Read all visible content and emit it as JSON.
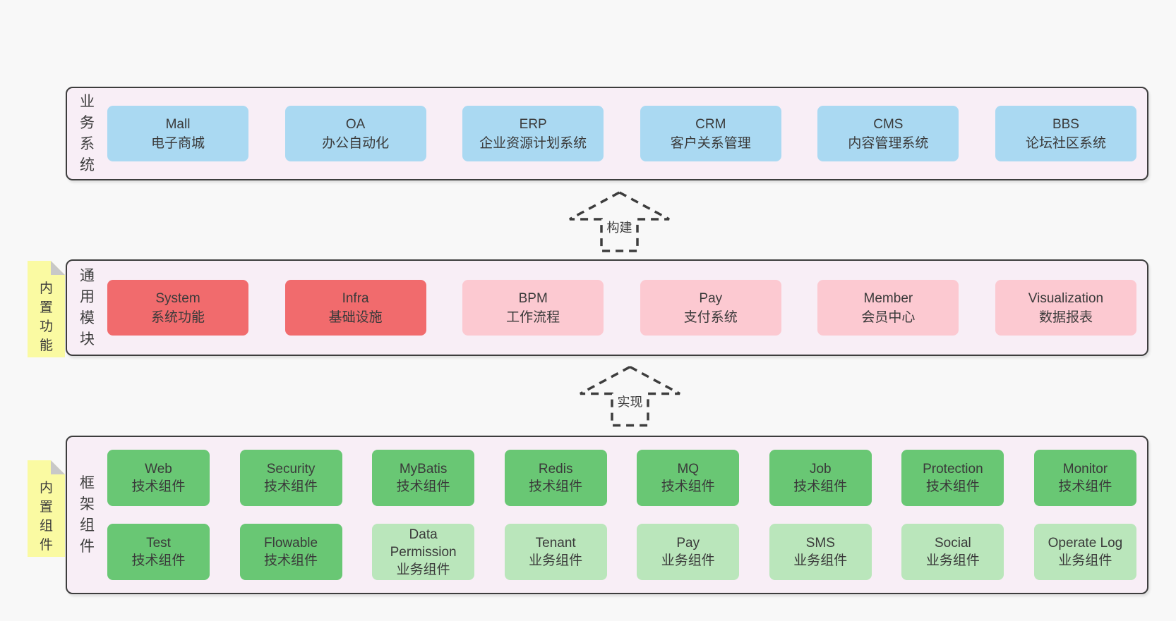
{
  "page": {
    "background": "#f8f8f8"
  },
  "colors": {
    "blue": "#aad9f2",
    "red": "#f16b6d",
    "pink": "#fcc9d1",
    "green": "#69c774",
    "lightgreen": "#bae6bb",
    "sticky_yellow": "#fafaa2",
    "container_fill": "#f8eef6",
    "border_dark": "#3d3d3d",
    "fold_gray": "#c8c8c8",
    "text": "#3a3a3a"
  },
  "layers": [
    {
      "label": "业务系统",
      "sticky": null,
      "rows": [
        [
          {
            "title": "Mall",
            "subtitle": "电子商城",
            "variant": "blue"
          },
          {
            "title": "OA",
            "subtitle": "办公自动化",
            "variant": "blue"
          },
          {
            "title": "ERP",
            "subtitle": "企业资源计划系统",
            "variant": "blue"
          },
          {
            "title": "CRM",
            "subtitle": "客户关系管理",
            "variant": "blue"
          },
          {
            "title": "CMS",
            "subtitle": "内容管理系统",
            "variant": "blue"
          },
          {
            "title": "BBS",
            "subtitle": "论坛社区系统",
            "variant": "blue"
          }
        ]
      ]
    },
    {
      "label": "通用模块",
      "sticky": "内置功能",
      "rows": [
        [
          {
            "title": "System",
            "subtitle": "系统功能",
            "variant": "red"
          },
          {
            "title": "Infra",
            "subtitle": "基础设施",
            "variant": "red"
          },
          {
            "title": "BPM",
            "subtitle": "工作流程",
            "variant": "pink"
          },
          {
            "title": "Pay",
            "subtitle": "支付系统",
            "variant": "pink"
          },
          {
            "title": "Member",
            "subtitle": "会员中心",
            "variant": "pink"
          },
          {
            "title": "Visualization",
            "subtitle": "数据报表",
            "variant": "pink"
          }
        ]
      ]
    },
    {
      "label": "框架组件",
      "sticky": "内置组件",
      "rows": [
        [
          {
            "title": "Web",
            "subtitle": "技术组件",
            "variant": "green"
          },
          {
            "title": "Security",
            "subtitle": "技术组件",
            "variant": "green"
          },
          {
            "title": "MyBatis",
            "subtitle": "技术组件",
            "variant": "green"
          },
          {
            "title": "Redis",
            "subtitle": "技术组件",
            "variant": "green"
          },
          {
            "title": "MQ",
            "subtitle": "技术组件",
            "variant": "green"
          },
          {
            "title": "Job",
            "subtitle": "技术组件",
            "variant": "green"
          },
          {
            "title": "Protection",
            "subtitle": "技术组件",
            "variant": "green"
          },
          {
            "title": "Monitor",
            "subtitle": "技术组件",
            "variant": "green"
          }
        ],
        [
          {
            "title": "Test",
            "subtitle": "技术组件",
            "variant": "green"
          },
          {
            "title": "Flowable",
            "subtitle": "技术组件",
            "variant": "green"
          },
          {
            "title": "Data Permission",
            "subtitle": "业务组件",
            "variant": "lightgreen"
          },
          {
            "title": "Tenant",
            "subtitle": "业务组件",
            "variant": "lightgreen"
          },
          {
            "title": "Pay",
            "subtitle": "业务组件",
            "variant": "lightgreen"
          },
          {
            "title": "SMS",
            "subtitle": "业务组件",
            "variant": "lightgreen"
          },
          {
            "title": "Social",
            "subtitle": "业务组件",
            "variant": "lightgreen"
          },
          {
            "title": "Operate Log",
            "subtitle": "业务组件",
            "variant": "lightgreen"
          }
        ]
      ]
    }
  ],
  "arrows": [
    {
      "label": "构建"
    },
    {
      "label": "实现"
    }
  ]
}
